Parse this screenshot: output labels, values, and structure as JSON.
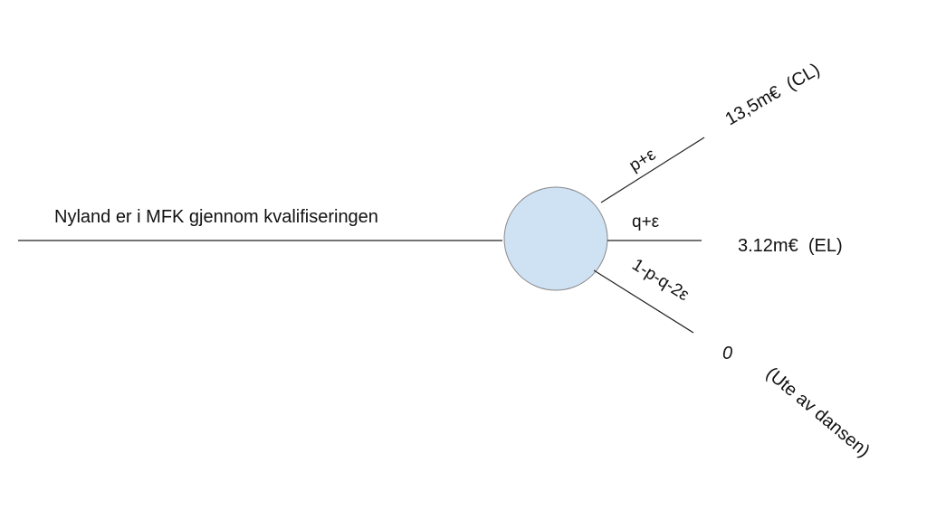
{
  "root_label": "Nyland er i MFK gjennom kvalifiseringen",
  "branches": [
    {
      "probability": "p+ε",
      "outcome": "13,5m€  (CL)"
    },
    {
      "probability": "q+ε",
      "outcome": "3.12m€  (EL)"
    },
    {
      "probability": "1-p-q-2ε",
      "outcome": "0",
      "note": "(Ute av dansen)"
    }
  ],
  "colors": {
    "node_fill": "#cfe2f3",
    "node_stroke": "#888888",
    "line": "#222222"
  }
}
